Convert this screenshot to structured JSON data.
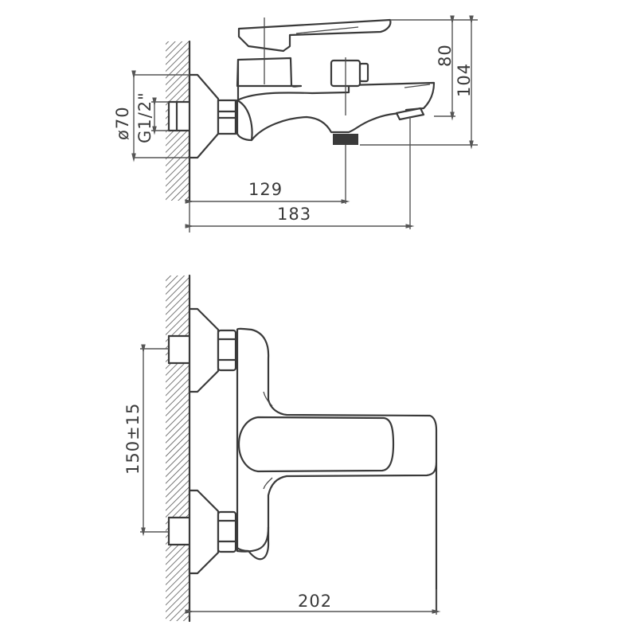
{
  "drawing": {
    "title": "Wall-mounted bath mixer dimension drawing",
    "colors": {
      "line": "#3a3a3a",
      "dimension": "#555555",
      "background": "#ffffff"
    },
    "top_view": {
      "dimensions": {
        "wall_flange_diameter": "ø70",
        "thread": "G1/2\"",
        "height_to_spout": "80",
        "overall_height": "104",
        "wall_to_outlet": "129",
        "wall_to_diverter": "183"
      }
    },
    "front_view": {
      "dimensions": {
        "inlet_spacing": "150±15",
        "overall_depth": "202"
      }
    }
  }
}
